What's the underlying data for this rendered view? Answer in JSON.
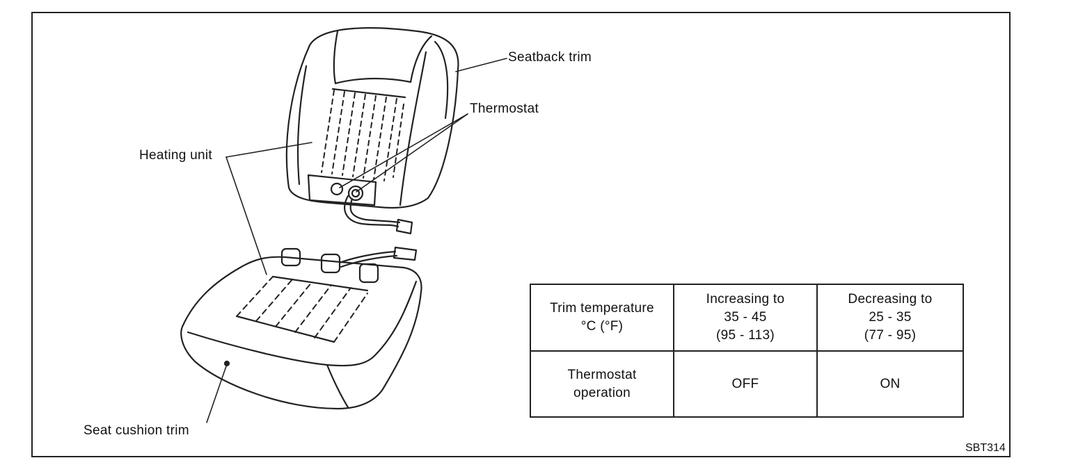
{
  "labels": {
    "seatback_trim": "Seatback trim",
    "thermostat": "Thermostat",
    "heating_unit": "Heating unit",
    "seat_cushion_trim": "Seat cushion trim",
    "figure_code": "SBT314"
  },
  "table": {
    "row1": {
      "header": [
        "Trim temperature",
        "°C (°F)"
      ],
      "increasing": [
        "Increasing to",
        "35 - 45",
        "(95 - 113)"
      ],
      "decreasing": [
        "Decreasing to",
        "25 - 35",
        "(77 - 95)"
      ]
    },
    "row2": {
      "header": [
        "Thermostat",
        "operation"
      ],
      "increasing": "OFF",
      "decreasing": "ON"
    }
  }
}
